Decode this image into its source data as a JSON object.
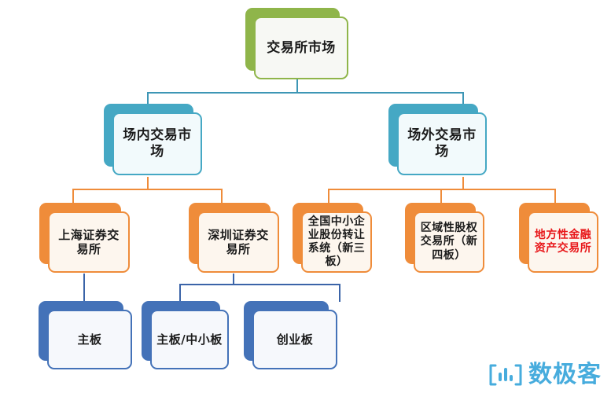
{
  "diagram": {
    "type": "organization-tree",
    "title": "交易所市场",
    "levels": 4,
    "colors": {
      "root": "#8fb54a",
      "level2": "#45a8c4",
      "level3": "#ef8c3a",
      "level4": "#4472b8",
      "alert_text": "#e8171a",
      "connector_teal": "#3d96b5",
      "connector_orange": "#ef8c3a",
      "connector_blue": "#3b64a8",
      "background": "#ffffff"
    },
    "nodes": {
      "root": {
        "label": "交易所市场",
        "color": "green"
      },
      "exchange_traded": {
        "label": "场内交易市场",
        "color": "teal"
      },
      "otc_traded": {
        "label": "场外交易市场",
        "color": "teal"
      },
      "sse": {
        "label": "上海证券交易所",
        "color": "orange"
      },
      "szse": {
        "label": "深圳证券交易所",
        "color": "orange"
      },
      "neeq": {
        "label": "全国中小企业股份转让系统（新三板）",
        "color": "orange"
      },
      "regional_equity": {
        "label": "区域性股权交易所（新四板）",
        "color": "orange"
      },
      "local_financial_assets": {
        "label": "地方性金融资产交易所",
        "color": "orange",
        "emphasis": "alert"
      },
      "sse_main_board": {
        "label": "主板",
        "color": "blue"
      },
      "szse_main_sme_board": {
        "label": "主板/中小板",
        "color": "blue"
      },
      "szse_chinext": {
        "label": "创业板",
        "color": "blue"
      }
    }
  },
  "watermark": {
    "text": "数极客",
    "icon": "bar-chart-bracket-icon",
    "color": "#3ea8dc"
  }
}
